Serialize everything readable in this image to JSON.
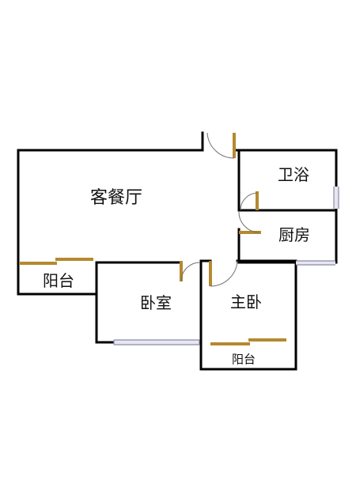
{
  "rooms": {
    "living_dining": "客餐厅",
    "bathroom": "卫浴",
    "kitchen": "厨房",
    "balcony_left": "阳台",
    "bedroom": "卧室",
    "master_bedroom": "主卧",
    "balcony_bottom": "阳台"
  },
  "colors": {
    "wall": "#000000",
    "door": "#b5892f",
    "window": "#8a8aa6",
    "background": "#ffffff"
  }
}
